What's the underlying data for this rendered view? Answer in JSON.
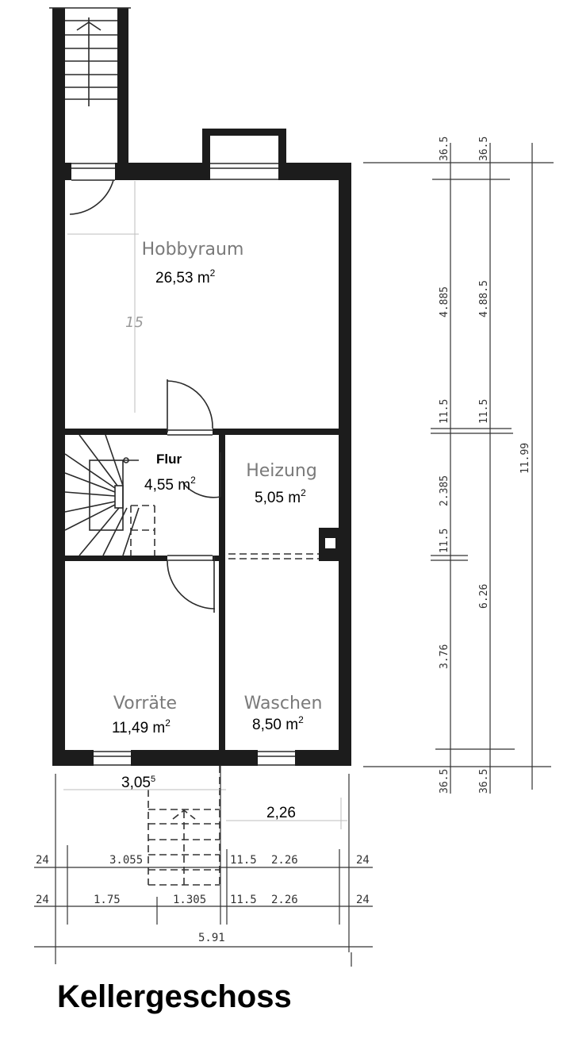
{
  "title": "Kellergeschoss",
  "rooms": [
    {
      "name": "Hobbyraum",
      "area": "26,53 m",
      "unit_sup": "2"
    },
    {
      "name": "Flur",
      "area": "4,55 m",
      "unit_sup": "2"
    },
    {
      "name": "Heizung",
      "area": "5,05 m",
      "unit_sup": "2"
    },
    {
      "name": "Vorräte",
      "area": "11,49 m",
      "unit_sup": "2"
    },
    {
      "name": "Waschen",
      "area": "8,50 m",
      "unit_sup": "2"
    }
  ],
  "handwritten_mark": "15",
  "dimensions": {
    "below_plan": {
      "left": "3,05",
      "left_sup": "5",
      "right": "2,26"
    },
    "row1": [
      "24",
      "3.055",
      "11.5",
      "2.26",
      "24"
    ],
    "row2": [
      "24",
      "1.75",
      "1.305",
      "11.5",
      "2.26",
      "24"
    ],
    "total_width": "5.91",
    "vertical_col1": [
      "36.5",
      "4.885",
      "11.5",
      "2.385",
      "11.5",
      "3.76",
      "36.5"
    ],
    "vertical_col2": [
      "36.5",
      "4.88.5",
      "11.5",
      "6.26",
      "36.5"
    ],
    "total_height": "11.99"
  }
}
